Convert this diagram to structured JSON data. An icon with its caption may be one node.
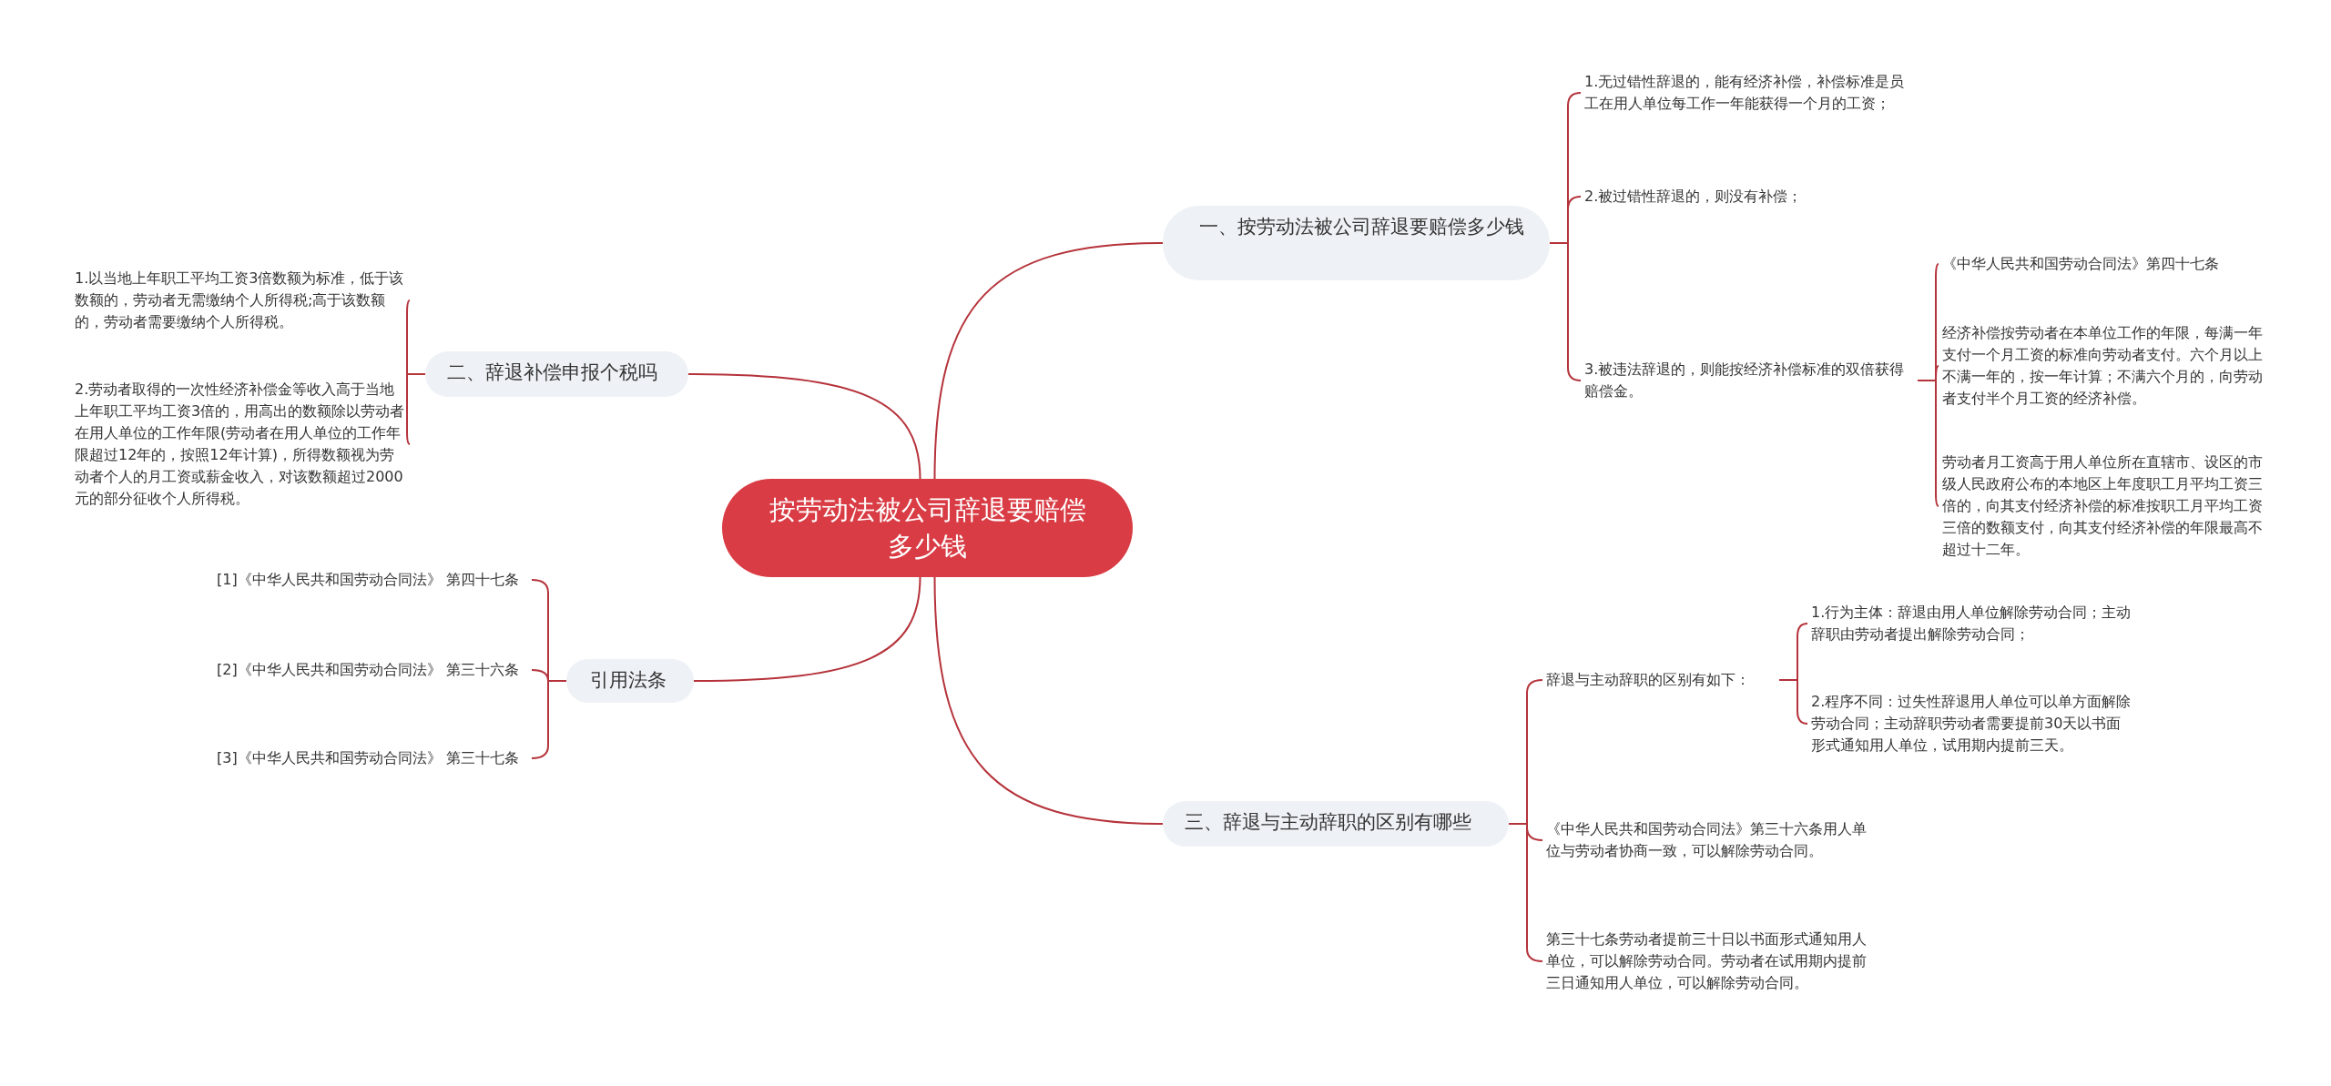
{
  "diagram": {
    "nodes": [
      {
        "text": [
          "按劳动法被公司辞退要赔偿多少钱"
        ]
      },
      {
        "text": [
          "一、按劳动法被公司辞退要赔偿多少钱"
        ]
      },
      {
        "text": [
          "1.无过错性辞退的，能有经济补偿，补偿标准是员工在用人单位每工作一年能获得一个月的工资；"
        ]
      },
      {
        "text": [
          "2.被过错性辞退的，则没有补偿；"
        ]
      },
      {
        "text": [
          "3.被违法辞退的，则能按经济补偿标准的双倍获得赔偿金。"
        ]
      },
      {
        "text": [
          "《中华人民共和国劳动合同法》第四十七条"
        ]
      },
      {
        "text": [
          "经济补偿按劳动者在本单位工作的年限，每满一年支付一个月工资的标准向劳动者支付。六个月以上不满一年的，按一年计算；不满六个月的，向劳动者支付半个月工资的经济补偿。"
        ]
      },
      {
        "text": [
          "劳动者月工资高于用人单位所在直辖市、设区的市级人民政府公布的本地区上年度职工月平均工资三倍的，向其支付经济补偿的标准按职工月平均工资三倍的数额支付，向其支付经济补偿的年限最高不超过十二年。"
        ]
      },
      {
        "text": [
          "二、辞退补偿申报个税吗"
        ]
      },
      {
        "text": [
          "1.以当地上年职工平均工资3倍数额为标准，低于该数额的，劳动者无需缴纳个人所得税;高于该数额的，劳动者需要缴纳个人所得税。"
        ]
      },
      {
        "text": [
          "2.劳动者取得的一次性经济补偿金等收入高于当地上年职工平均工资3倍的，用高出的数额除以劳动者在用人单位的工作年限(劳动者在用人单位的工作年限超过12年的，按照12年计算)，所得数额视为劳动者个人的月工资或薪金收入，对该数额超过2000元的部分征收个人所得税。"
        ]
      },
      {
        "text": [
          "引用法条"
        ]
      },
      {
        "text": [
          "[1]《中华人民共和国劳动合同法》 第四十七条"
        ]
      },
      {
        "text": [
          "[2]《中华人民共和国劳动合同法》 第三十六条"
        ]
      },
      {
        "text": [
          "[3]《中华人民共和国劳动合同法》 第三十七条"
        ]
      },
      {
        "text": [
          "三、辞退与主动辞职的区别有哪些"
        ]
      },
      {
        "text": [
          "辞退与主动辞职的区别有如下："
        ]
      },
      {
        "text": [
          "1.行为主体：辞退由用人单位解除劳动合同；主动辞职由劳动者提出解除劳动合同；"
        ]
      },
      {
        "text": [
          "2.程序不同：过失性辞退用人单位可以单方面解除劳动合同；主动辞职劳动者需要提前30天以书面形式通知用人单位，试用期内提前三天。"
        ]
      },
      {
        "text": [
          "《中华人民共和国劳动合同法》第三十六条用人单位与劳动者协商一致，可以解除劳动合同。"
        ]
      },
      {
        "text": [
          "第三十七条劳动者提前三十日以书面形式通知用人单位，可以解除劳动合同。劳动者在试用期内提前三日通知用人单位，可以解除劳动合同。"
        ]
      }
    ],
    "edges": [
      {
        "from": 0,
        "to": 1,
        "arrow": "none"
      },
      {
        "from": 0,
        "to": 8,
        "arrow": "none"
      },
      {
        "from": 0,
        "to": 11,
        "arrow": "none"
      },
      {
        "from": 0,
        "to": 15,
        "arrow": "none"
      },
      {
        "from": 1,
        "to": 2,
        "arrow": "none"
      },
      {
        "from": 1,
        "to": 3,
        "arrow": "none"
      },
      {
        "from": 1,
        "to": 4,
        "arrow": "none"
      },
      {
        "from": 4,
        "to": 5,
        "arrow": "none"
      },
      {
        "from": 4,
        "to": 6,
        "arrow": "none"
      },
      {
        "from": 4,
        "to": 7,
        "arrow": "none"
      },
      {
        "from": 8,
        "to": 9,
        "arrow": "none"
      },
      {
        "from": 8,
        "to": 10,
        "arrow": "none"
      },
      {
        "from": 11,
        "to": 12,
        "arrow": "none"
      },
      {
        "from": 11,
        "to": 13,
        "arrow": "none"
      },
      {
        "from": 11,
        "to": 14,
        "arrow": "none"
      },
      {
        "from": 15,
        "to": 16,
        "arrow": "none"
      },
      {
        "from": 15,
        "to": 19,
        "arrow": "none"
      },
      {
        "from": 15,
        "to": 20,
        "arrow": "none"
      },
      {
        "from": 16,
        "to": 17,
        "arrow": "none"
      },
      {
        "from": 16,
        "to": 18,
        "arrow": "none"
      }
    ]
  }
}
